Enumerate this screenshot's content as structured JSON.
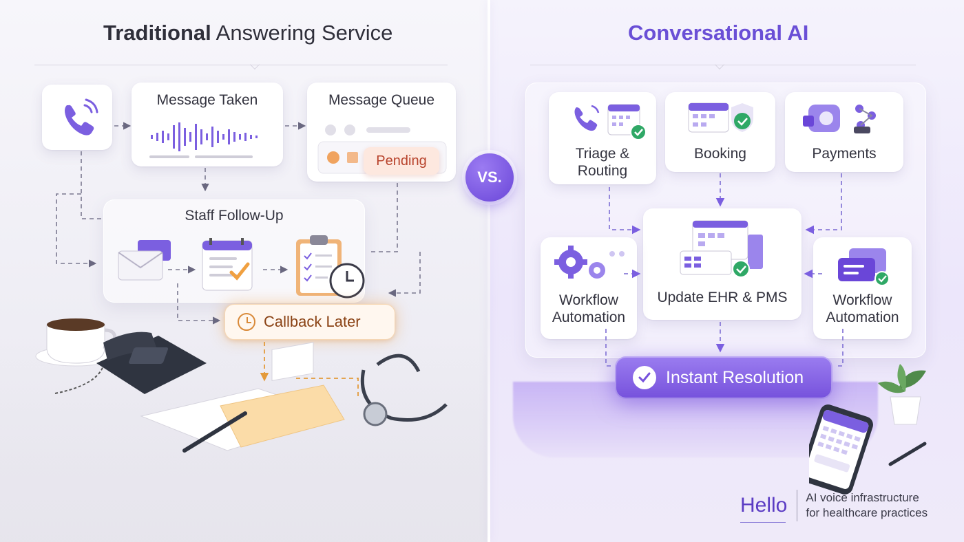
{
  "left": {
    "title_bold": "Traditional",
    "title_rest": " Answering Service",
    "message_taken": "Message Taken",
    "message_queue": "Message Queue",
    "pending": "Pending",
    "staff_follow_up": "Staff Follow-Up",
    "callback_later": "Callback Later"
  },
  "vs_label": "VS.",
  "right": {
    "title": "Conversational AI",
    "triage": "Triage & Routing",
    "booking": "Booking",
    "payments": "Payments",
    "workflow_left": "Workflow Automation",
    "update_ehr": "Update EHR & PMS",
    "workflow_right": "Workflow Automation",
    "instant_resolution": "Instant Resolution"
  },
  "brand": {
    "name": "Hello",
    "tagline_line1": "AI voice infrastructure",
    "tagline_line2": "for healthcare practices"
  },
  "colors": {
    "accent_purple": "#6a4fd6",
    "pending_red": "#b8432c",
    "callback_orange": "#e39a3a"
  }
}
